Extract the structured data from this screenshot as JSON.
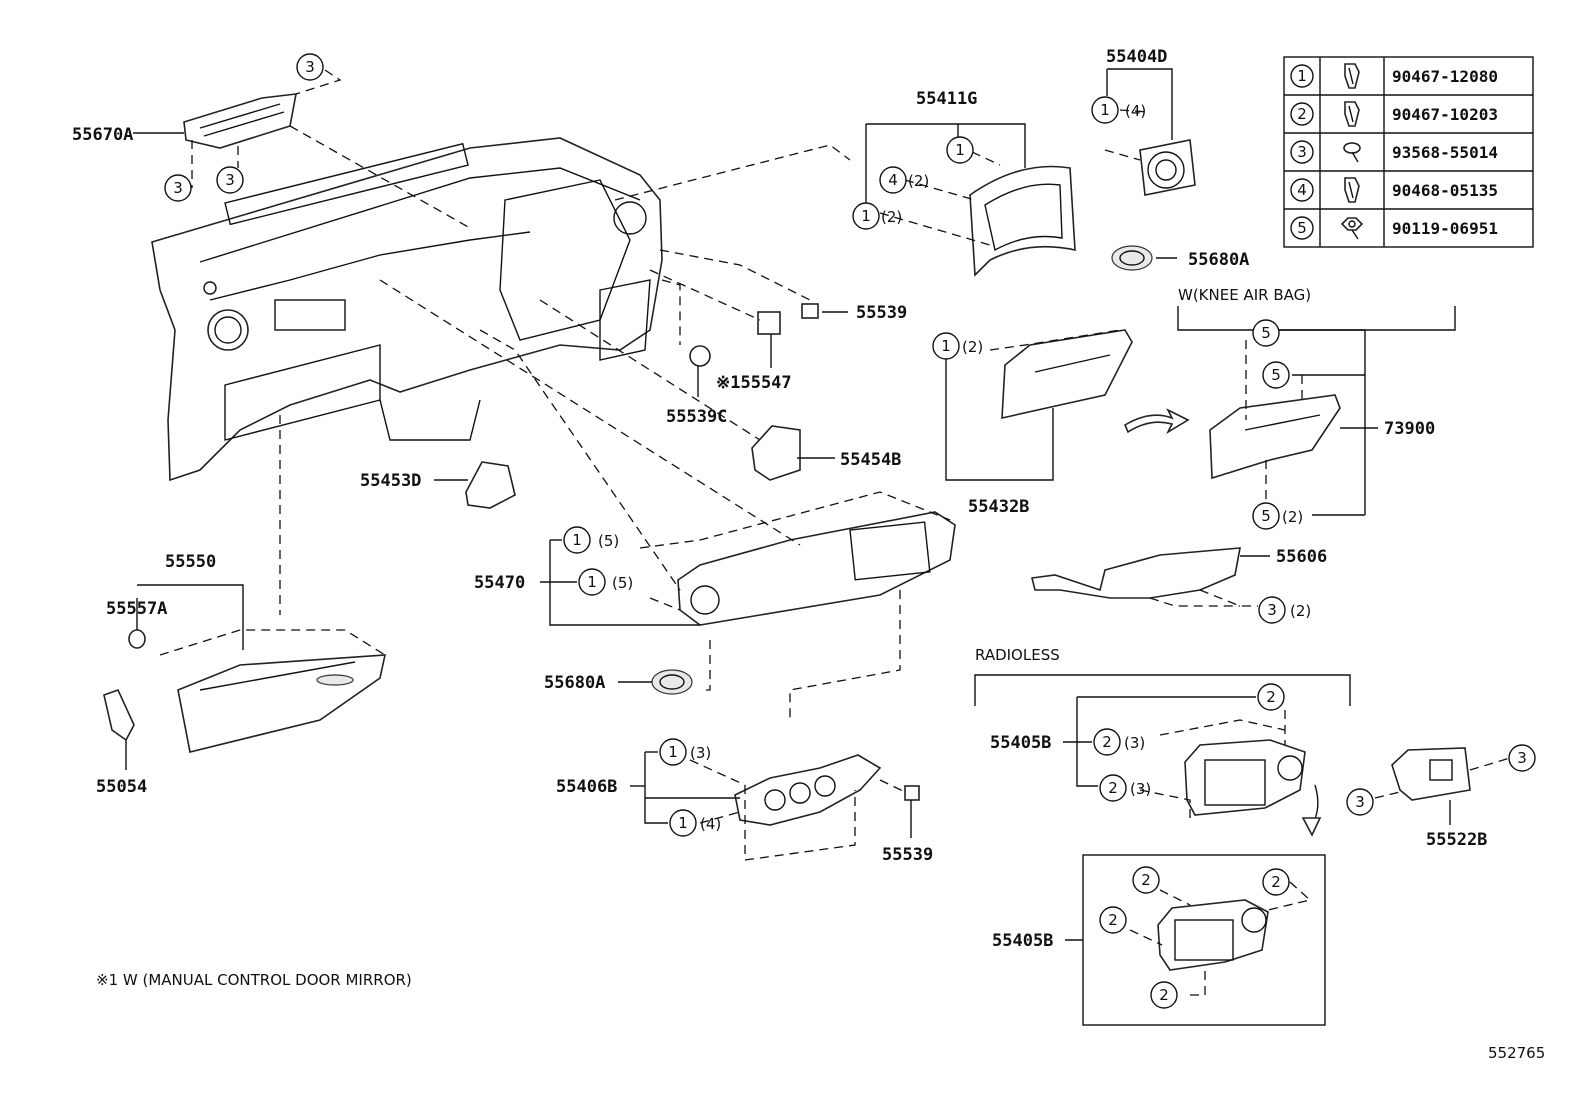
{
  "callouts": [
    {
      "id": "55670A",
      "text": "55670A"
    },
    {
      "id": "55404D",
      "text": "55404D"
    },
    {
      "id": "55411G",
      "text": "55411G"
    },
    {
      "id": "55680A_top",
      "text": "55680A"
    },
    {
      "id": "55539_top",
      "text": "55539"
    },
    {
      "id": "155547",
      "text": "※155547"
    },
    {
      "id": "55539C",
      "text": "55539C"
    },
    {
      "id": "55454B",
      "text": "55454B"
    },
    {
      "id": "55453D",
      "text": "55453D"
    },
    {
      "id": "55432B",
      "text": "55432B"
    },
    {
      "id": "73900",
      "text": "73900"
    },
    {
      "id": "55606",
      "text": "55606"
    },
    {
      "id": "55550",
      "text": "55550"
    },
    {
      "id": "55557A",
      "text": "55557A"
    },
    {
      "id": "55470",
      "text": "55470"
    },
    {
      "id": "55680A_mid",
      "text": "55680A"
    },
    {
      "id": "55054",
      "text": "55054"
    },
    {
      "id": "55406B",
      "text": "55406B"
    },
    {
      "id": "55539_bot",
      "text": "55539"
    },
    {
      "id": "55405B_a",
      "text": "55405B"
    },
    {
      "id": "55405B_b",
      "text": "55405B"
    },
    {
      "id": "55522B",
      "text": "55522B"
    }
  ],
  "fastener_refs": {
    "r1": "3",
    "r2": "3",
    "r3": "3",
    "r4": "1",
    "r4q": "(4)",
    "r5": "1",
    "r6": "4",
    "r6q": "(2)",
    "r7": "1",
    "r7q": "(2)",
    "r8": "1",
    "r8q": "(2)",
    "r9": "5",
    "r10": "5",
    "r11": "5",
    "r11q": "(2)",
    "r12": "3",
    "r12q": "(2)",
    "r13": "1",
    "r13q": "(5)",
    "r14": "1",
    "r14q": "(5)",
    "r15": "1",
    "r15q": "(3)",
    "r16": "1",
    "r16q": "(4)",
    "r17": "2",
    "r18": "2",
    "r18q": "(3)",
    "r19": "2",
    "r19q": "(3)",
    "r20": "3",
    "r21": "3",
    "r22": "2",
    "r23": "2",
    "r24": "2",
    "r25": "2"
  },
  "variant_labels": {
    "knee_airbag": "W(KNEE AIR BAG)",
    "radioless": "RADIOLESS"
  },
  "footnote": "※1 W (MANUAL  CONTROL  DOOR  MIRROR)",
  "diagram_id": "552765",
  "fastener_table": [
    {
      "ref": "1",
      "icon": "clip-icon",
      "part_no": "90467-12080"
    },
    {
      "ref": "2",
      "icon": "clip-icon",
      "part_no": "90467-10203"
    },
    {
      "ref": "3",
      "icon": "screw-icon",
      "part_no": "93568-55014"
    },
    {
      "ref": "4",
      "icon": "clip-icon",
      "part_no": "90468-05135"
    },
    {
      "ref": "5",
      "icon": "bolt-icon",
      "part_no": "90119-06951"
    }
  ]
}
